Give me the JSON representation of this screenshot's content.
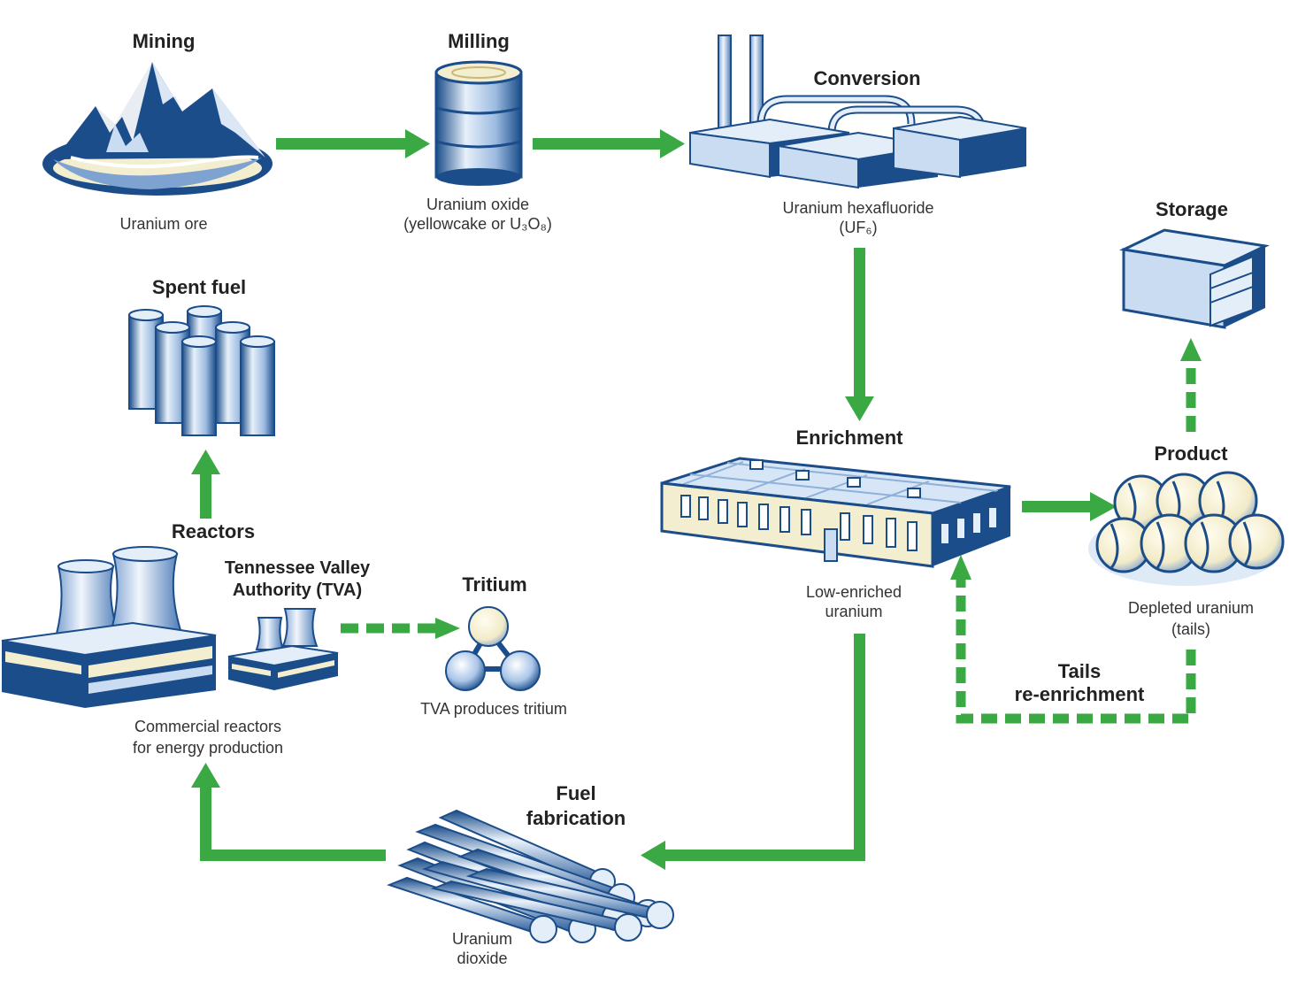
{
  "stages": {
    "mining": {
      "title": "Mining",
      "caption": "Uranium ore"
    },
    "milling": {
      "title": "Milling",
      "caption_line1": "Uranium oxide",
      "caption_line2": "(yellowcake or U₃O₈)"
    },
    "conversion": {
      "title": "Conversion",
      "caption_line1": "Uranium hexafluoride",
      "caption_line2": "(UF₆)"
    },
    "storage": {
      "title": "Storage"
    },
    "enrichment": {
      "title": "Enrichment",
      "caption_line1": "Low-enriched",
      "caption_line2": "uranium"
    },
    "product": {
      "title": "Product",
      "caption_line1": "Depleted uranium",
      "caption_line2": "(tails)"
    },
    "tails": {
      "title_line1": "Tails",
      "title_line2": "re-enrichment"
    },
    "spent_fuel": {
      "title": "Spent fuel"
    },
    "reactors": {
      "title": "Reactors",
      "caption_line1": "Commercial reactors",
      "caption_line2": "for energy production"
    },
    "tva": {
      "title_line1": "Tennessee Valley",
      "title_line2": "Authority (TVA)"
    },
    "tritium": {
      "title": "Tritium",
      "caption": "TVA produces tritium"
    },
    "fuel_fabrication": {
      "title_line1": "Fuel",
      "title_line2": "fabrication",
      "caption_line1": "Uranium",
      "caption_line2": "dioxide"
    }
  },
  "colors": {
    "arrow_green": "#3aa843",
    "icon_dark_blue": "#1b4d8a",
    "icon_light_blue": "#c9dcf1",
    "icon_cream": "#f4eed0"
  }
}
